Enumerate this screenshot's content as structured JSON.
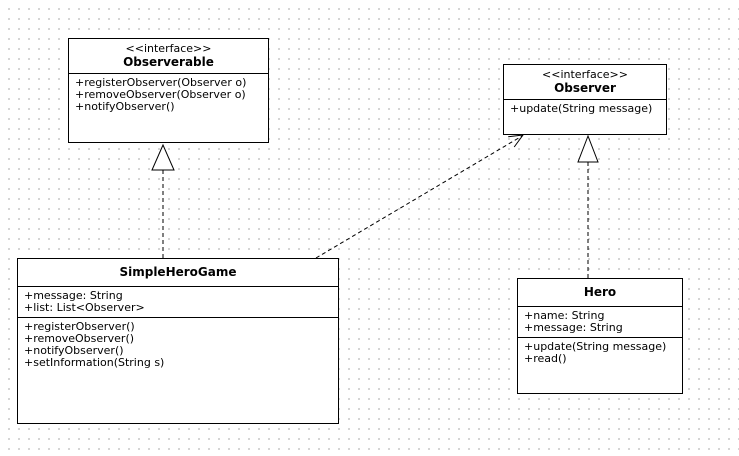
{
  "diagram": {
    "classes": {
      "observerable": {
        "stereotype": "<<interface>>",
        "name": "Observerable",
        "methods": [
          "+registerObserver(Observer o)",
          "+removeObserver(Observer o)",
          "+notifyObserver()"
        ]
      },
      "observer": {
        "stereotype": "<<interface>>",
        "name": "Observer",
        "methods": [
          "+update(String message)"
        ]
      },
      "simple_hero_game": {
        "name": "SimpleHeroGame",
        "attributes": [
          "+message: String",
          "+list: List<Observer>"
        ],
        "methods": [
          "+registerObserver()",
          "+removeObserver()",
          "+notifyObserver()",
          "+setInformation(String s)"
        ]
      },
      "hero": {
        "name": "Hero",
        "attributes": [
          "+name: String",
          "+message: String"
        ],
        "methods": [
          "+update(String message)",
          "+read()"
        ]
      }
    },
    "relationships": [
      {
        "type": "realization",
        "from": "SimpleHeroGame",
        "to": "Observerable"
      },
      {
        "type": "dependency",
        "from": "SimpleHeroGame",
        "to": "Observer"
      },
      {
        "type": "realization",
        "from": "Hero",
        "to": "Observer"
      }
    ]
  }
}
